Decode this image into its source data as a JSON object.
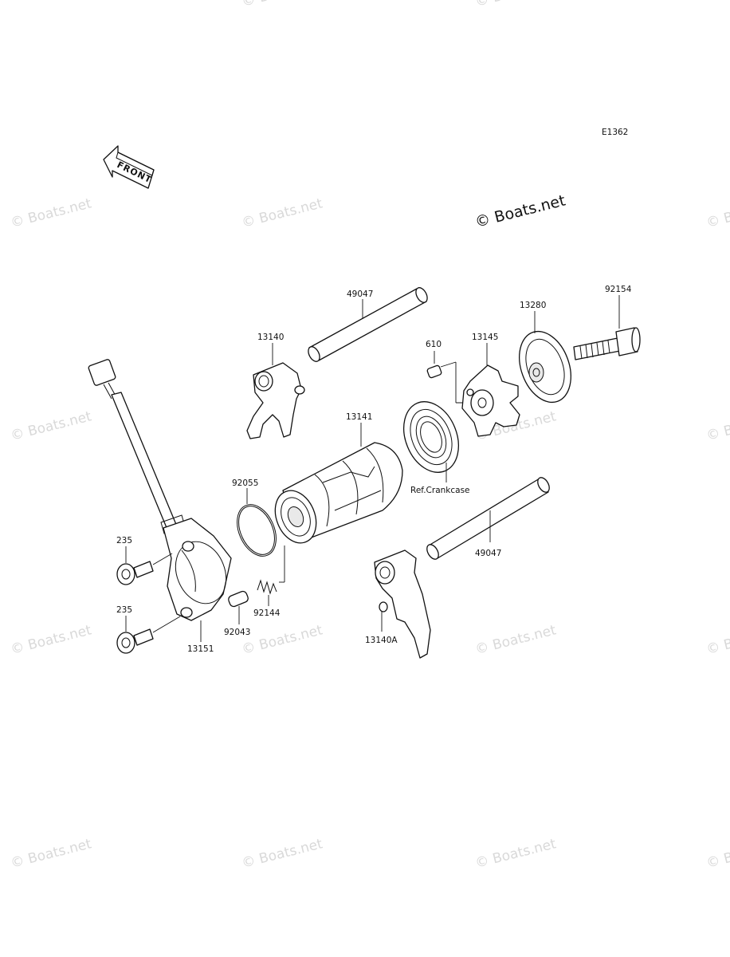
{
  "diagram": {
    "code": "E1362",
    "front_label": "FRONT",
    "watermark": "© Boats.net",
    "main_watermark": "© Boats.net",
    "callouts": {
      "shaft_upper": "49047",
      "fork_upper": "13140",
      "pin_610": "610",
      "plate_13145": "13145",
      "gear_13280": "13280",
      "bolt_92154": "92154",
      "drum": "13141",
      "oring": "92055",
      "bearing_ref": "Ref.Crankcase",
      "shaft_lower": "49047",
      "bolt_top": "235",
      "bolt_bottom": "235",
      "spring": "92144",
      "pin_92043": "92043",
      "holder": "13151",
      "fork_lower": "13140A"
    }
  }
}
